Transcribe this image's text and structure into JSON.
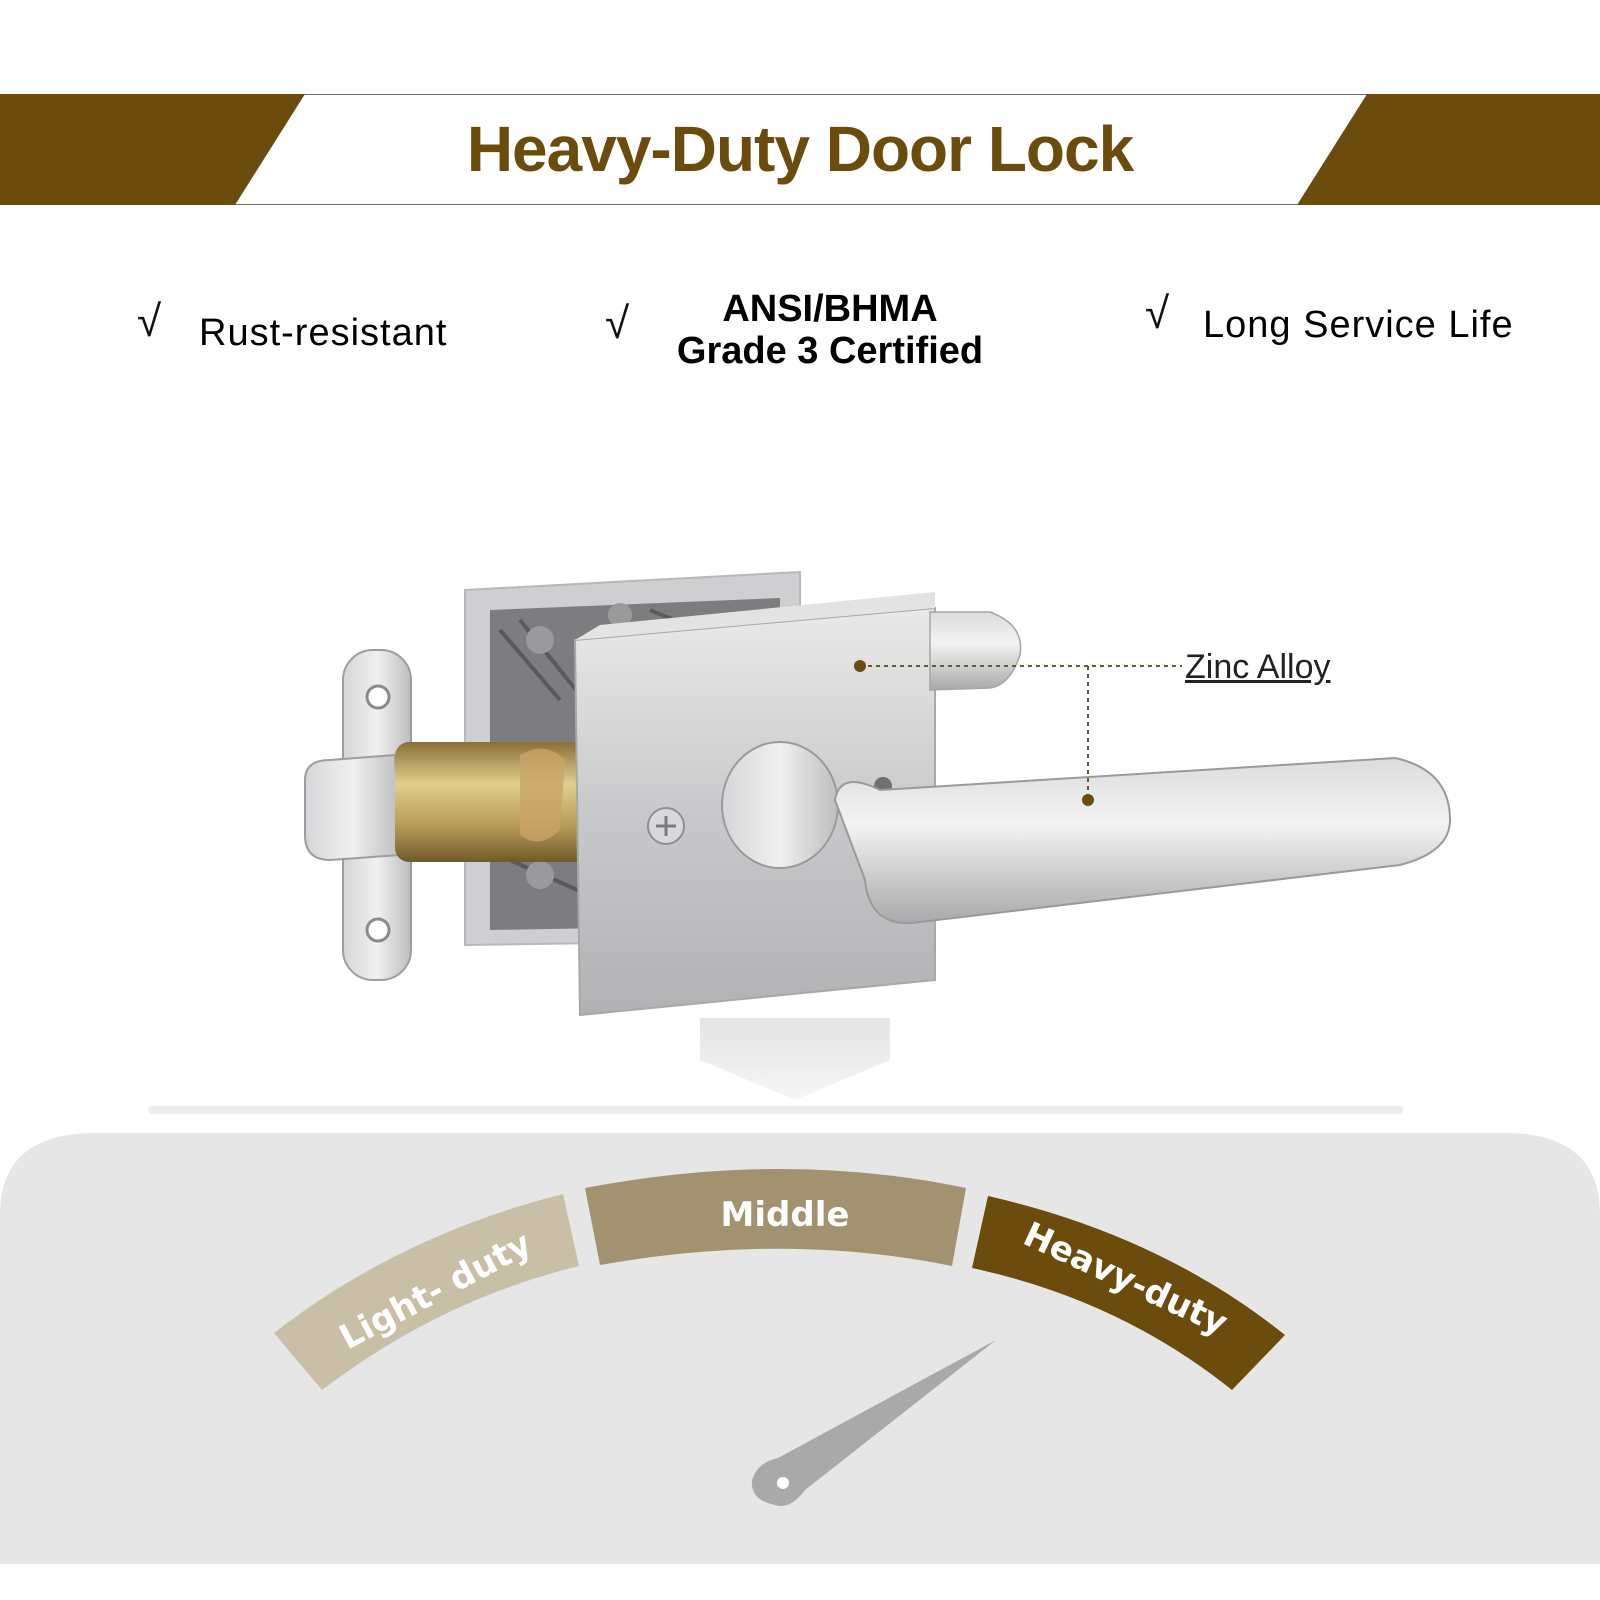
{
  "banner": {
    "title": "Heavy-Duty Door Lock",
    "accent_color": "#6b4c0c"
  },
  "features": [
    {
      "check": "√",
      "label": "Rust-resistant"
    },
    {
      "check": "√",
      "label_line1": "ANSI/BHMA",
      "label_line2": "Grade 3 Certified"
    },
    {
      "check": "√",
      "label": "Long Service Life"
    }
  ],
  "callout": {
    "label": "Zinc Alloy",
    "dot_color": "#6b4c0c"
  },
  "gauge": {
    "segments": [
      {
        "label": "Light- duty",
        "color": "#c9bfa6"
      },
      {
        "label": "Middle",
        "color": "#a39270"
      },
      {
        "label": "Heavy-duty",
        "color": "#6b4c0c"
      }
    ],
    "needle_points_to": "Heavy-duty",
    "background_color": "#e6e6e6"
  }
}
